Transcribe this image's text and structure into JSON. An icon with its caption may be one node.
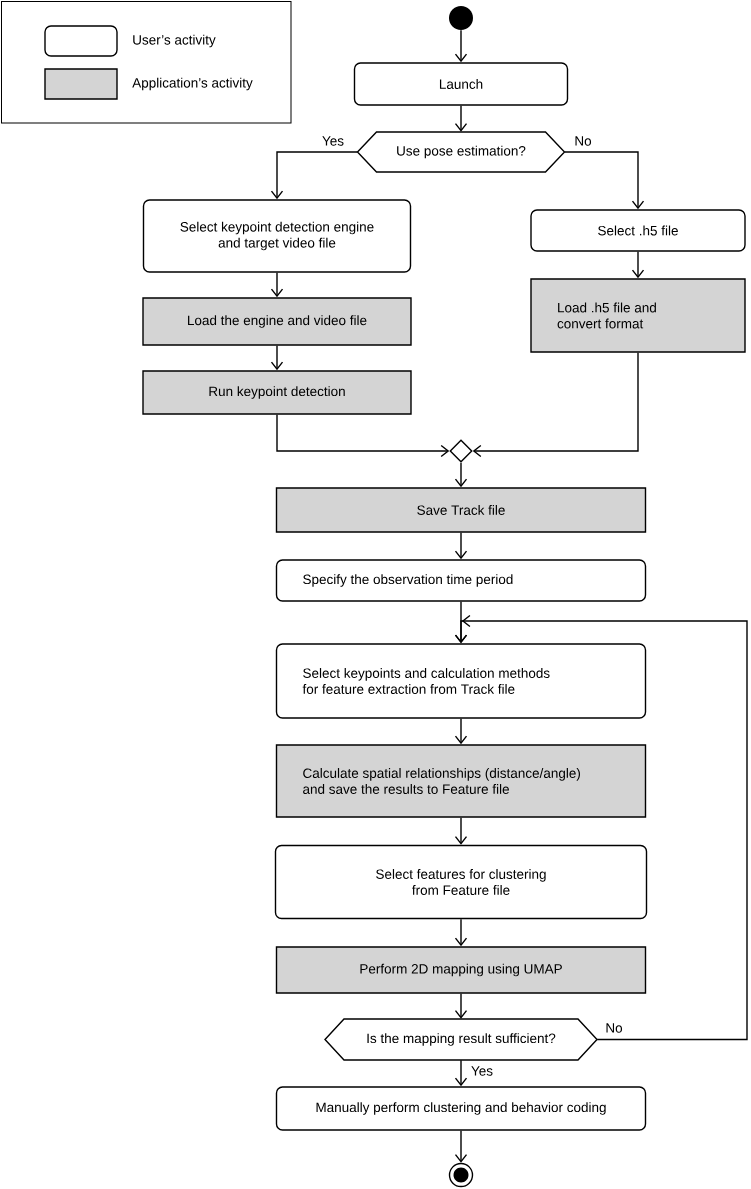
{
  "diagram": {
    "nodes": [
      {
        "text": [],
        "shape": "circle"
      },
      {
        "text": [
          "Launch"
        ]
      },
      {
        "text": [
          "Use pose estimation?"
        ]
      },
      {
        "text": [
          "Select keypoint detection engine and target video file"
        ]
      },
      {
        "text": [
          "Select .h5 file"
        ]
      },
      {
        "text": [
          "Load the engine and video file"
        ]
      },
      {
        "text": [
          "Load .h5 file and convert format"
        ]
      },
      {
        "text": [
          "Run keypoint detection"
        ]
      },
      {
        "text": [],
        "shape": "diamond"
      },
      {
        "text": [
          "Save Track file"
        ]
      },
      {
        "text": [
          "Specify the observation time period"
        ]
      },
      {
        "text": [
          "Select keypoints and calculation methods for feature extraction from Track file"
        ]
      },
      {
        "text": [
          "Calculate spatial relationships (distance/angle) and save the results to Feature file"
        ]
      },
      {
        "text": [
          "Select features for clustering from Feature file"
        ]
      },
      {
        "text": [
          "Perform 2D mapping using UMAP"
        ]
      },
      {
        "text": [
          "Is the mapping result sufficient?"
        ]
      },
      {
        "text": [
          "Manually perform clustering and behavior coding"
        ]
      },
      {
        "text": [],
        "shape": "circle"
      }
    ],
    "edges": [
      {
        "from": 0,
        "to": 1,
        "arrow": "to"
      },
      {
        "from": 1,
        "to": 2,
        "arrow": "to"
      },
      {
        "from": 2,
        "to": 3,
        "arrow": "to",
        "label": "Yes"
      },
      {
        "from": 2,
        "to": 4,
        "arrow": "to",
        "label": "No"
      },
      {
        "from": 3,
        "to": 5,
        "arrow": "to"
      },
      {
        "from": 4,
        "to": 6,
        "arrow": "to"
      },
      {
        "from": 5,
        "to": 7,
        "arrow": "to"
      },
      {
        "from": 7,
        "to": 8,
        "arrow": "to"
      },
      {
        "from": 6,
        "to": 8,
        "arrow": "to"
      },
      {
        "from": 8,
        "to": 9,
        "arrow": "to"
      },
      {
        "from": 9,
        "to": 10,
        "arrow": "to"
      },
      {
        "from": 10,
        "to": 11,
        "arrow": "to"
      },
      {
        "from": 11,
        "to": 12,
        "arrow": "to"
      },
      {
        "from": 12,
        "to": 13,
        "arrow": "to"
      },
      {
        "from": 13,
        "to": 14,
        "arrow": "to"
      },
      {
        "from": 14,
        "to": 15,
        "arrow": "to"
      },
      {
        "from": 15,
        "to": 16,
        "arrow": "to",
        "label": "Yes"
      },
      {
        "from": 15,
        "to": 11,
        "arrow": "to",
        "label": "No"
      },
      {
        "from": 16,
        "to": 17,
        "arrow": "to"
      }
    ],
    "legend": [
      {
        "text": "User’s activity"
      },
      {
        "text": "Application’s activity",
        "color": "#d4d4d4"
      }
    ]
  }
}
